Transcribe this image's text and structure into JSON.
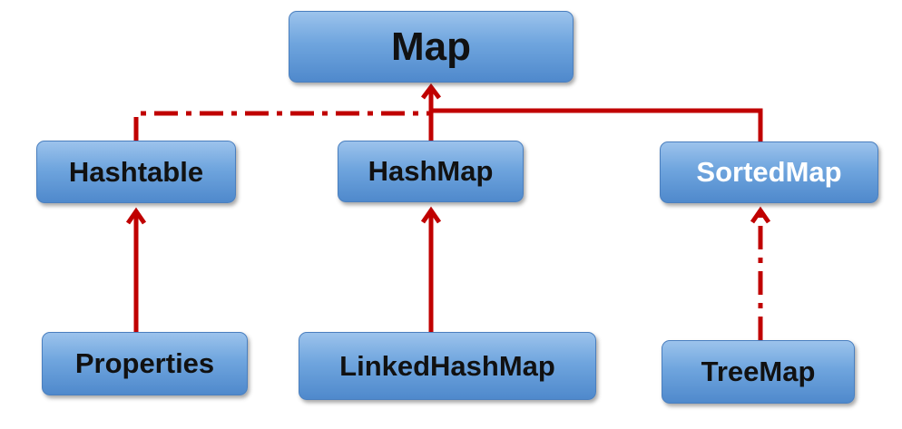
{
  "nodes": {
    "map": "Map",
    "hashtable": "Hashtable",
    "hashmap": "HashMap",
    "sortedmap": "SortedMap",
    "properties": "Properties",
    "linkedhashmap": "LinkedHashMap",
    "treemap": "TreeMap"
  },
  "colors": {
    "connector": "#c00000",
    "box_fill": "#6fa5de",
    "box_border": "#4a7fbf"
  }
}
